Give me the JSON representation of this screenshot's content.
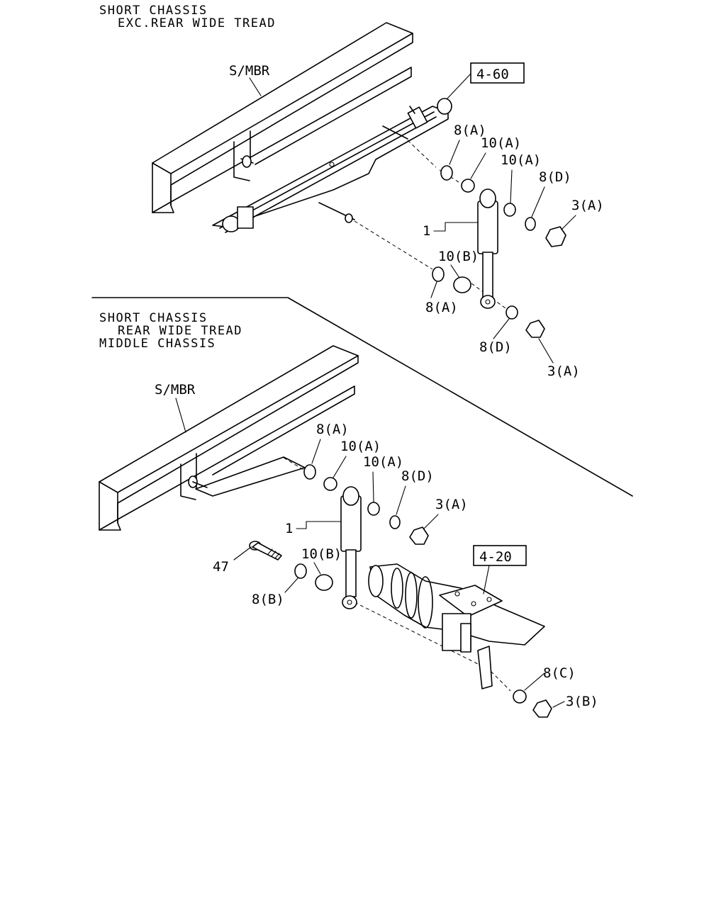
{
  "section_top": {
    "header_line1": "SHORT CHASSIS",
    "header_line2": "EXC.REAR WIDE TREAD",
    "member_label": "S/MBR",
    "ref_box": "4-60",
    "callouts": {
      "washer_8a_upper": "8(A)",
      "bush_10a_upper": "10(A)",
      "bush_10a_lower": "10(A)",
      "washer_8d_upper": "8(D)",
      "nut_3a_upper": "3(A)",
      "absorber_1": "1",
      "bush_10b": "10(B)",
      "washer_8a_lower": "8(A)",
      "washer_8d_lower": "8(D)",
      "nut_3a_lower": "3(A)"
    }
  },
  "section_bottom": {
    "header_line1": "SHORT CHASSIS",
    "header_line2": "REAR WIDE TREAD",
    "header_line3": "MIDDLE CHASSIS",
    "member_label": "S/MBR",
    "ref_box": "4-20",
    "callouts": {
      "washer_8a": "8(A)",
      "bush_10a_upper": "10(A)",
      "bush_10a_lower": "10(A)",
      "washer_8d": "8(D)",
      "nut_3a": "3(A)",
      "absorber_1": "1",
      "bolt_47": "47",
      "bush_10b": "10(B)",
      "washer_8b": "8(B)",
      "washer_8c": "8(C)",
      "nut_3b": "3(B)"
    }
  }
}
